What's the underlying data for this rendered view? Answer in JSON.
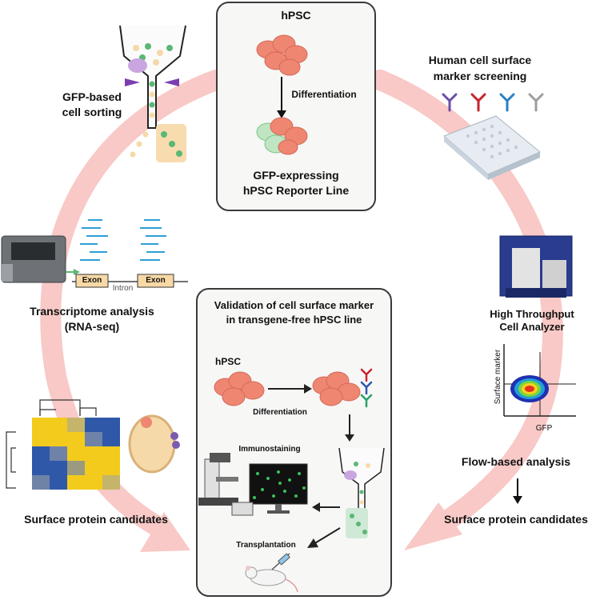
{
  "top_box": {
    "hpsc_label": "hPSC",
    "step_label": "Differentiation",
    "result_label_line1": "GFP-expressing",
    "result_label_line2": "hPSC Reporter Line"
  },
  "left_top": {
    "sorting_line1": "GFP-based",
    "sorting_line2": "cell sorting"
  },
  "left_mid": {
    "exon1": "Exon",
    "intron": "Intron",
    "exon2": "Exon",
    "title_line1": "Transcriptome analysis",
    "title_line2": "(RNA-seq)"
  },
  "left_bottom": {
    "candidates": "Surface protein candidates"
  },
  "right_top": {
    "screen_line1": "Human cell surface",
    "screen_line2": "marker screening"
  },
  "right_mid": {
    "analyzer_line1": "High Throughput",
    "analyzer_line2": "Cell Analyzer",
    "plot_ylabel": "Surface marker",
    "plot_xlabel": "GFP"
  },
  "right_bottom": {
    "flow_label": "Flow-based analysis",
    "candidates": "Surface protein candidates"
  },
  "bottom_box": {
    "title_line1": "Validation of cell surface marker",
    "title_line2": "in transgene-free hPSC line",
    "hpsc_label": "hPSC",
    "step_label": "Differentiation",
    "immuno_label": "Immunostaining",
    "transplant_label": "Transplantation"
  },
  "colors": {
    "arc": "#f8c9c6",
    "cell_red": "#ee8672",
    "gfp_green": "#5bb774",
    "box_border": "#3a3a3a",
    "heatmap_yellow": "#f3cb1d",
    "heatmap_blue": "#2f58a8",
    "purple": "#7b3fb0"
  },
  "icons": [
    "funnel-sorter-icon",
    "sequencer-icon",
    "heatmap-icon",
    "antibody-icon",
    "well-plate-icon",
    "cell-analyzer-icon",
    "flow-plot-icon",
    "microscope-icon",
    "monitor-icon",
    "mouse-icon",
    "syringe-icon"
  ]
}
